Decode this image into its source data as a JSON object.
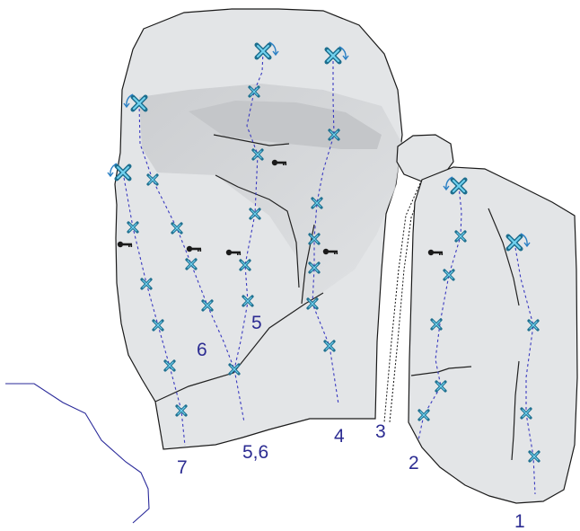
{
  "labels": {
    "route_1": "1",
    "route_2": "2",
    "route_3": "3",
    "route_4": "4",
    "route_5_6": "5,6",
    "route_5": "5",
    "route_6": "6",
    "route_7": "7"
  },
  "colors": {
    "rock": "#e3e5e7",
    "route_line": "#3a3ac0",
    "bolt": "#1d6e8e",
    "bolt_highlight": "#6fd0ee",
    "label": "#2c2c92",
    "ground_line": "#2a2a9a"
  },
  "icons": {
    "bolt": "bolt-icon",
    "anchor": "lower-off-anchor-icon",
    "nut": "nut-key-icon"
  }
}
